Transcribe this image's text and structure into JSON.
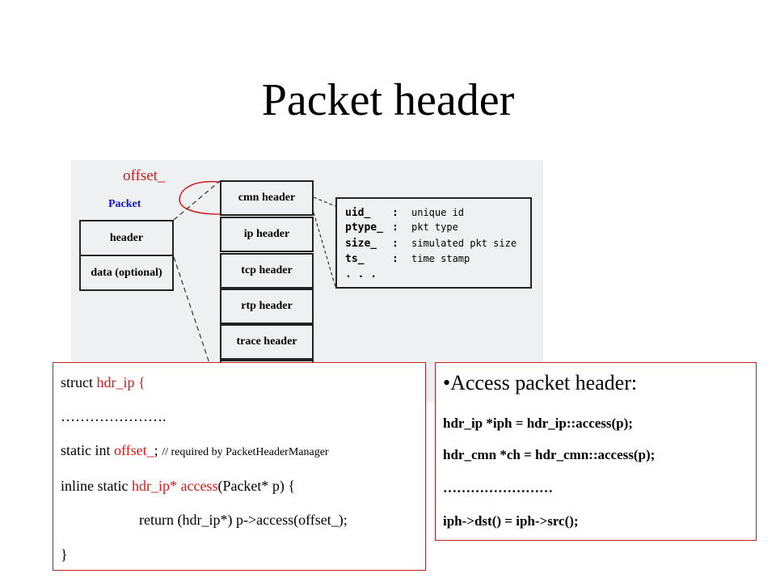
{
  "title": "Packet header",
  "diagram": {
    "offset_label": "offset_",
    "packet_label": "Packet",
    "packet_parts": [
      "header",
      "data (optional)"
    ],
    "headers": [
      "cmn header",
      "ip header",
      "tcp header",
      "rtp header",
      "trace header",
      ". . ."
    ],
    "fields": [
      {
        "name": "uid_",
        "colon": ":",
        "desc": "unique id"
      },
      {
        "name": "ptype_",
        "colon": ":",
        "desc": "pkt type"
      },
      {
        "name": "size_",
        "colon": ":",
        "desc": "simulated pkt size"
      },
      {
        "name": "ts_",
        "colon": ":",
        "desc": "time stamp"
      },
      {
        "name": ". . .",
        "colon": "",
        "desc": ""
      }
    ]
  },
  "code": {
    "l1_pre": "struct ",
    "l1_red": "hdr_ip",
    "l1_post": " {",
    "l2": "………………….",
    "l3_pre": "static int ",
    "l3_red": "offset_",
    "l3_post": "; ",
    "l3_comment": "// required by PacketHeaderManager",
    "l4_pre": "inline static ",
    "l4_red": "hdr_ip* access",
    "l4_post": "(Packet* p) {",
    "l5": "return (hdr_ip*) p->access(offset_);",
    "l6": "}"
  },
  "access": {
    "heading": "•Access  packet header:",
    "line1": "hdr_ip *iph = hdr_ip::access(p);",
    "line2": "hdr_cmn *ch = hdr_cmn::access(p);",
    "line3": "……………………",
    "line4": "iph->dst() = iph->src();"
  },
  "colors": {
    "accent_red": "#d31a1a",
    "packet_blue": "#1414c8",
    "box_border": "#c02020"
  }
}
